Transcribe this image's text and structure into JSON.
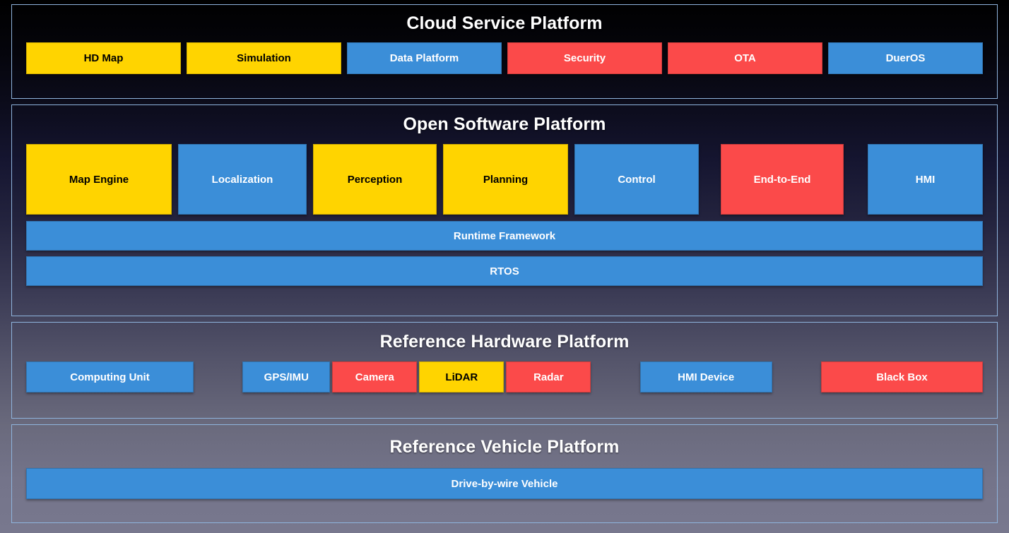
{
  "palette": {
    "yellow": "#ffd400",
    "blue": "#3b8ed8",
    "red": "#fb4a4a",
    "border": "#8fb4dd",
    "title_text": "#ffffff"
  },
  "sections": [
    {
      "id": "cloud",
      "title": "Cloud Service Platform",
      "blocks": [
        {
          "label": "HD Map",
          "color": "yellow"
        },
        {
          "label": "Simulation",
          "color": "yellow"
        },
        {
          "label": "Data Platform",
          "color": "blue"
        },
        {
          "label": "Security",
          "color": "red"
        },
        {
          "label": "OTA",
          "color": "red"
        },
        {
          "label": "DuerOS",
          "color": "blue"
        }
      ]
    },
    {
      "id": "software",
      "title": "Open Software Platform",
      "blocks": [
        {
          "label": "Map Engine",
          "color": "yellow"
        },
        {
          "label": "Localization",
          "color": "blue"
        },
        {
          "label": "Perception",
          "color": "yellow"
        },
        {
          "label": "Planning",
          "color": "yellow"
        },
        {
          "label": "Control",
          "color": "blue"
        },
        {
          "label": "End-to-End",
          "color": "red"
        },
        {
          "label": "HMI",
          "color": "blue"
        }
      ],
      "bars": [
        {
          "label": "Runtime Framework",
          "color": "blue"
        },
        {
          "label": "RTOS",
          "color": "blue"
        }
      ]
    },
    {
      "id": "hardware",
      "title": "Reference Hardware Platform",
      "blocks": [
        {
          "label": "Computing Unit",
          "color": "blue"
        },
        {
          "label": "GPS/IMU",
          "color": "blue"
        },
        {
          "label": "Camera",
          "color": "red"
        },
        {
          "label": "LiDAR",
          "color": "yellow"
        },
        {
          "label": "Radar",
          "color": "red"
        },
        {
          "label": "HMI Device",
          "color": "blue"
        },
        {
          "label": "Black Box",
          "color": "red"
        }
      ]
    },
    {
      "id": "vehicle",
      "title": "Reference Vehicle Platform",
      "blocks": [
        {
          "label": "Drive-by-wire Vehicle",
          "color": "blue"
        }
      ]
    }
  ]
}
